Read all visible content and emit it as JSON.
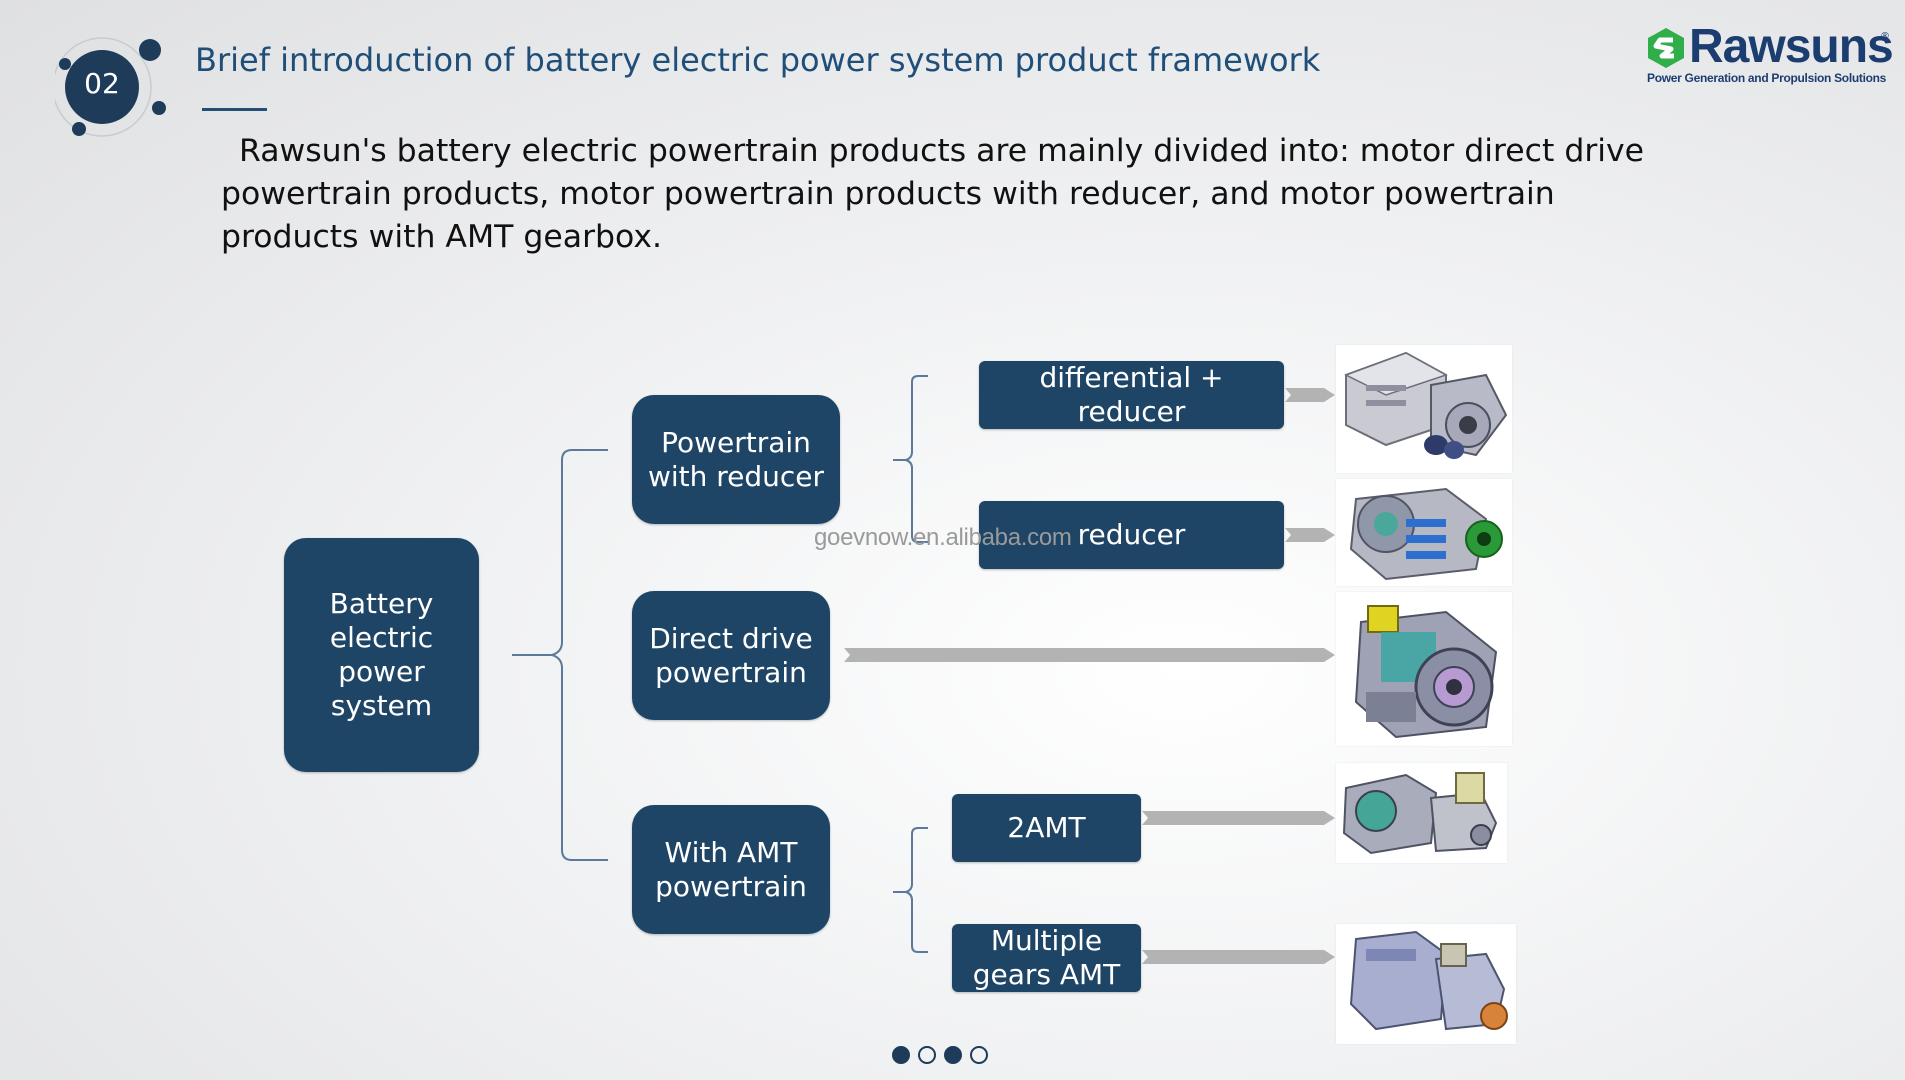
{
  "header": {
    "section_number": "02",
    "title": "Brief introduction of battery electric power system product framework"
  },
  "logo": {
    "name": "Rawsuns",
    "registered_mark": "®",
    "tagline": "Power Generation and Propulsion Solutions",
    "colors": {
      "mark": "#2fae49",
      "word": "#1c3d70"
    }
  },
  "intro": "Rawsun's battery electric powertrain products are mainly divided into: motor direct drive powertrain products, motor powertrain products with reducer, and motor powertrain products with AMT gearbox.",
  "diagram": {
    "root": [
      "Battery",
      "electric",
      "power",
      "system"
    ],
    "branches": {
      "reducer": [
        "Powertrain",
        "with reducer"
      ],
      "direct": [
        "Direct drive",
        "powertrain"
      ],
      "amt": [
        "With AMT",
        "powertrain"
      ]
    },
    "leaves": {
      "diff_reducer": [
        "differential +",
        "reducer"
      ],
      "reducer": [
        "reducer"
      ],
      "amt2": [
        "2AMT"
      ],
      "multi_amt": [
        "Multiple",
        "gears AMT"
      ]
    },
    "images": {
      "diff_reducer": "motor-with-differential-reducer-photo",
      "reducer": "motor-with-reducer-photo",
      "direct": "direct-drive-motor-photo",
      "amt2": "motor-with-2amt-photo",
      "multi_amt": "motor-with-multiple-gears-amt-photo"
    },
    "colors": {
      "box": "#1e4466",
      "arrow": "#b3b3b3",
      "bracket": "#5b7a99"
    }
  },
  "watermark": "goevnow.en.alibaba.com",
  "pagination": {
    "total": 4,
    "filled": [
      0,
      2
    ]
  }
}
